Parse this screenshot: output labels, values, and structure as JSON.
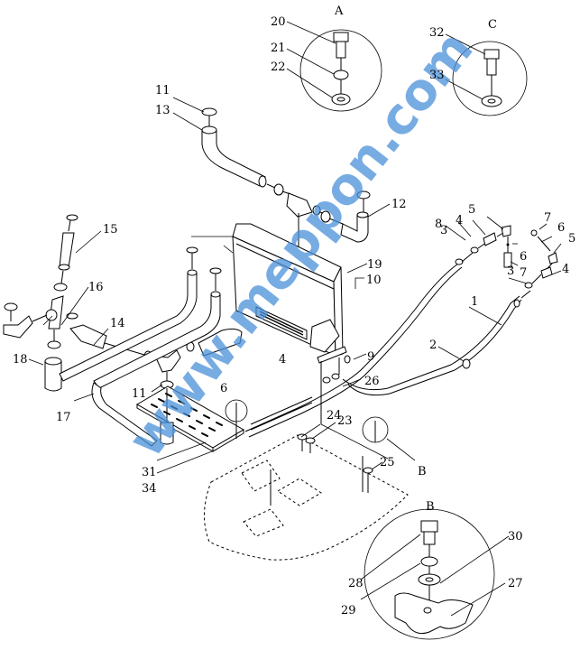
{
  "title": "Heater / hose installation exploded parts diagram",
  "watermark": "www.meppon.com",
  "detail_views": [
    {
      "id": "A",
      "label": "A",
      "parts": [
        "20",
        "21",
        "22"
      ]
    },
    {
      "id": "C",
      "label": "C",
      "parts": [
        "32",
        "33"
      ]
    },
    {
      "id": "B",
      "label": "B",
      "parts": [
        "28",
        "29",
        "30",
        "27"
      ]
    }
  ],
  "callouts": {
    "c1": "1",
    "c2": "2",
    "c3a": "3",
    "c3b": "3",
    "c4a": "4",
    "c4b": "4",
    "c4c": "4",
    "c5a": "5",
    "c5b": "5",
    "c6a": "6",
    "c6b": "6",
    "c6c": "6",
    "c7a": "7",
    "c7b": "7",
    "c8": "8",
    "c9": "9",
    "c10": "10",
    "c11": "11",
    "c11b": "11",
    "c12": "12",
    "c13": "13",
    "c14": "14",
    "c15": "15",
    "c16": "16",
    "c17": "17",
    "c18": "18",
    "c19": "19",
    "c20": "20",
    "c21": "21",
    "c22": "22",
    "c23": "23",
    "c24": "24",
    "c25": "25",
    "c26": "26",
    "c27": "27",
    "c28": "28",
    "c29": "29",
    "c30": "30",
    "c31": "31",
    "c32": "32",
    "c33": "33",
    "c34": "34",
    "cA": "A",
    "cB": "B",
    "cB2": "B",
    "cC": "C"
  }
}
